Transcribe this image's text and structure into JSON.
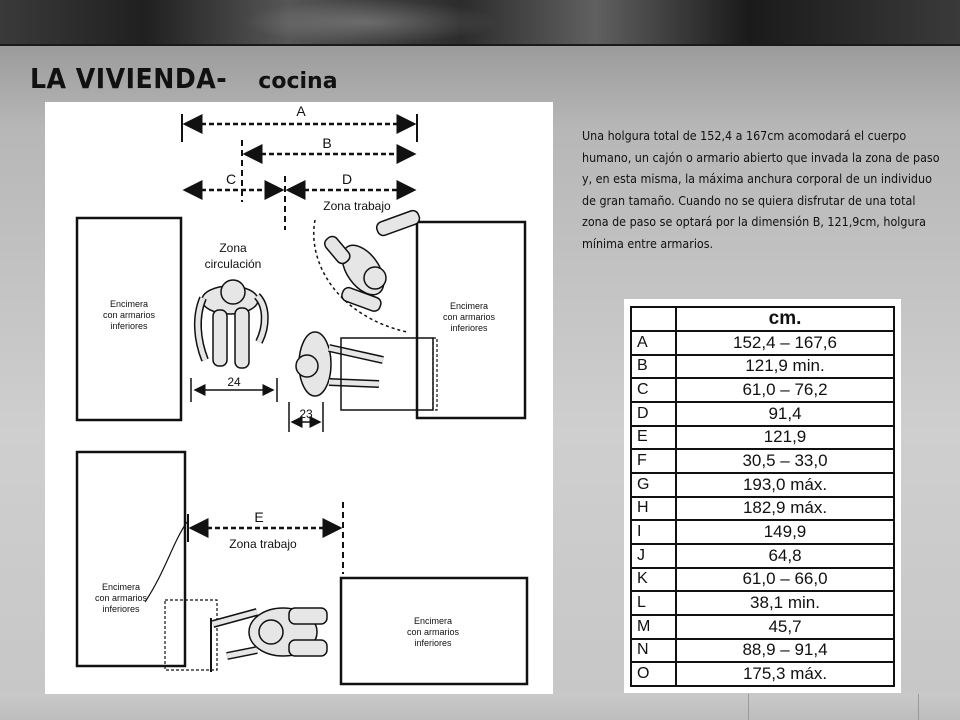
{
  "slide": {
    "title": "LA VIVIENDA-",
    "subtitle": "cocina",
    "description": "Una holgura total de 152,4 a 167cm acomodará el cuerpo humano, un cajón o armario abierto que invada la zona de paso y,  en esta misma, la  máxima anchura corporal de un individuo de gran tamaño. Cuando no  se quiera disfrutar de una total zona de paso se optará por la dimensión B, 121,9cm, holgura mínima entre armarios."
  },
  "figure": {
    "dim_a": "A",
    "dim_b": "B",
    "dim_c": "C",
    "dim_d": "D",
    "dim_e": "E",
    "zona_trabajo": "Zona trabajo",
    "zona_line1": "Zona",
    "zona_line2": "circulación",
    "dim_24": "24",
    "dim_23": "23",
    "encimera_line1": "Encimera",
    "encimera_line2": "con armarios",
    "encimera_line3": "inferiores"
  },
  "table": {
    "header": "cm.",
    "rows": [
      {
        "key": "A",
        "value": "152,4 – 167,6"
      },
      {
        "key": "B",
        "value": "121,9 min."
      },
      {
        "key": "C",
        "value": "61,0 – 76,2"
      },
      {
        "key": "D",
        "value": "91,4"
      },
      {
        "key": "E",
        "value": "121,9"
      },
      {
        "key": "F",
        "value": "30,5 – 33,0"
      },
      {
        "key": "G",
        "value": "193,0 máx."
      },
      {
        "key": "H",
        "value": "182,9 máx."
      },
      {
        "key": "I",
        "value": "149,9"
      },
      {
        "key": "J",
        "value": "64,8"
      },
      {
        "key": "K",
        "value": "61,0 – 66,0"
      },
      {
        "key": "L",
        "value": "38,1 min."
      },
      {
        "key": "M",
        "value": "45,7"
      },
      {
        "key": "N",
        "value": "88,9 – 91,4"
      },
      {
        "key": "O",
        "value": "175,3 máx."
      }
    ]
  }
}
